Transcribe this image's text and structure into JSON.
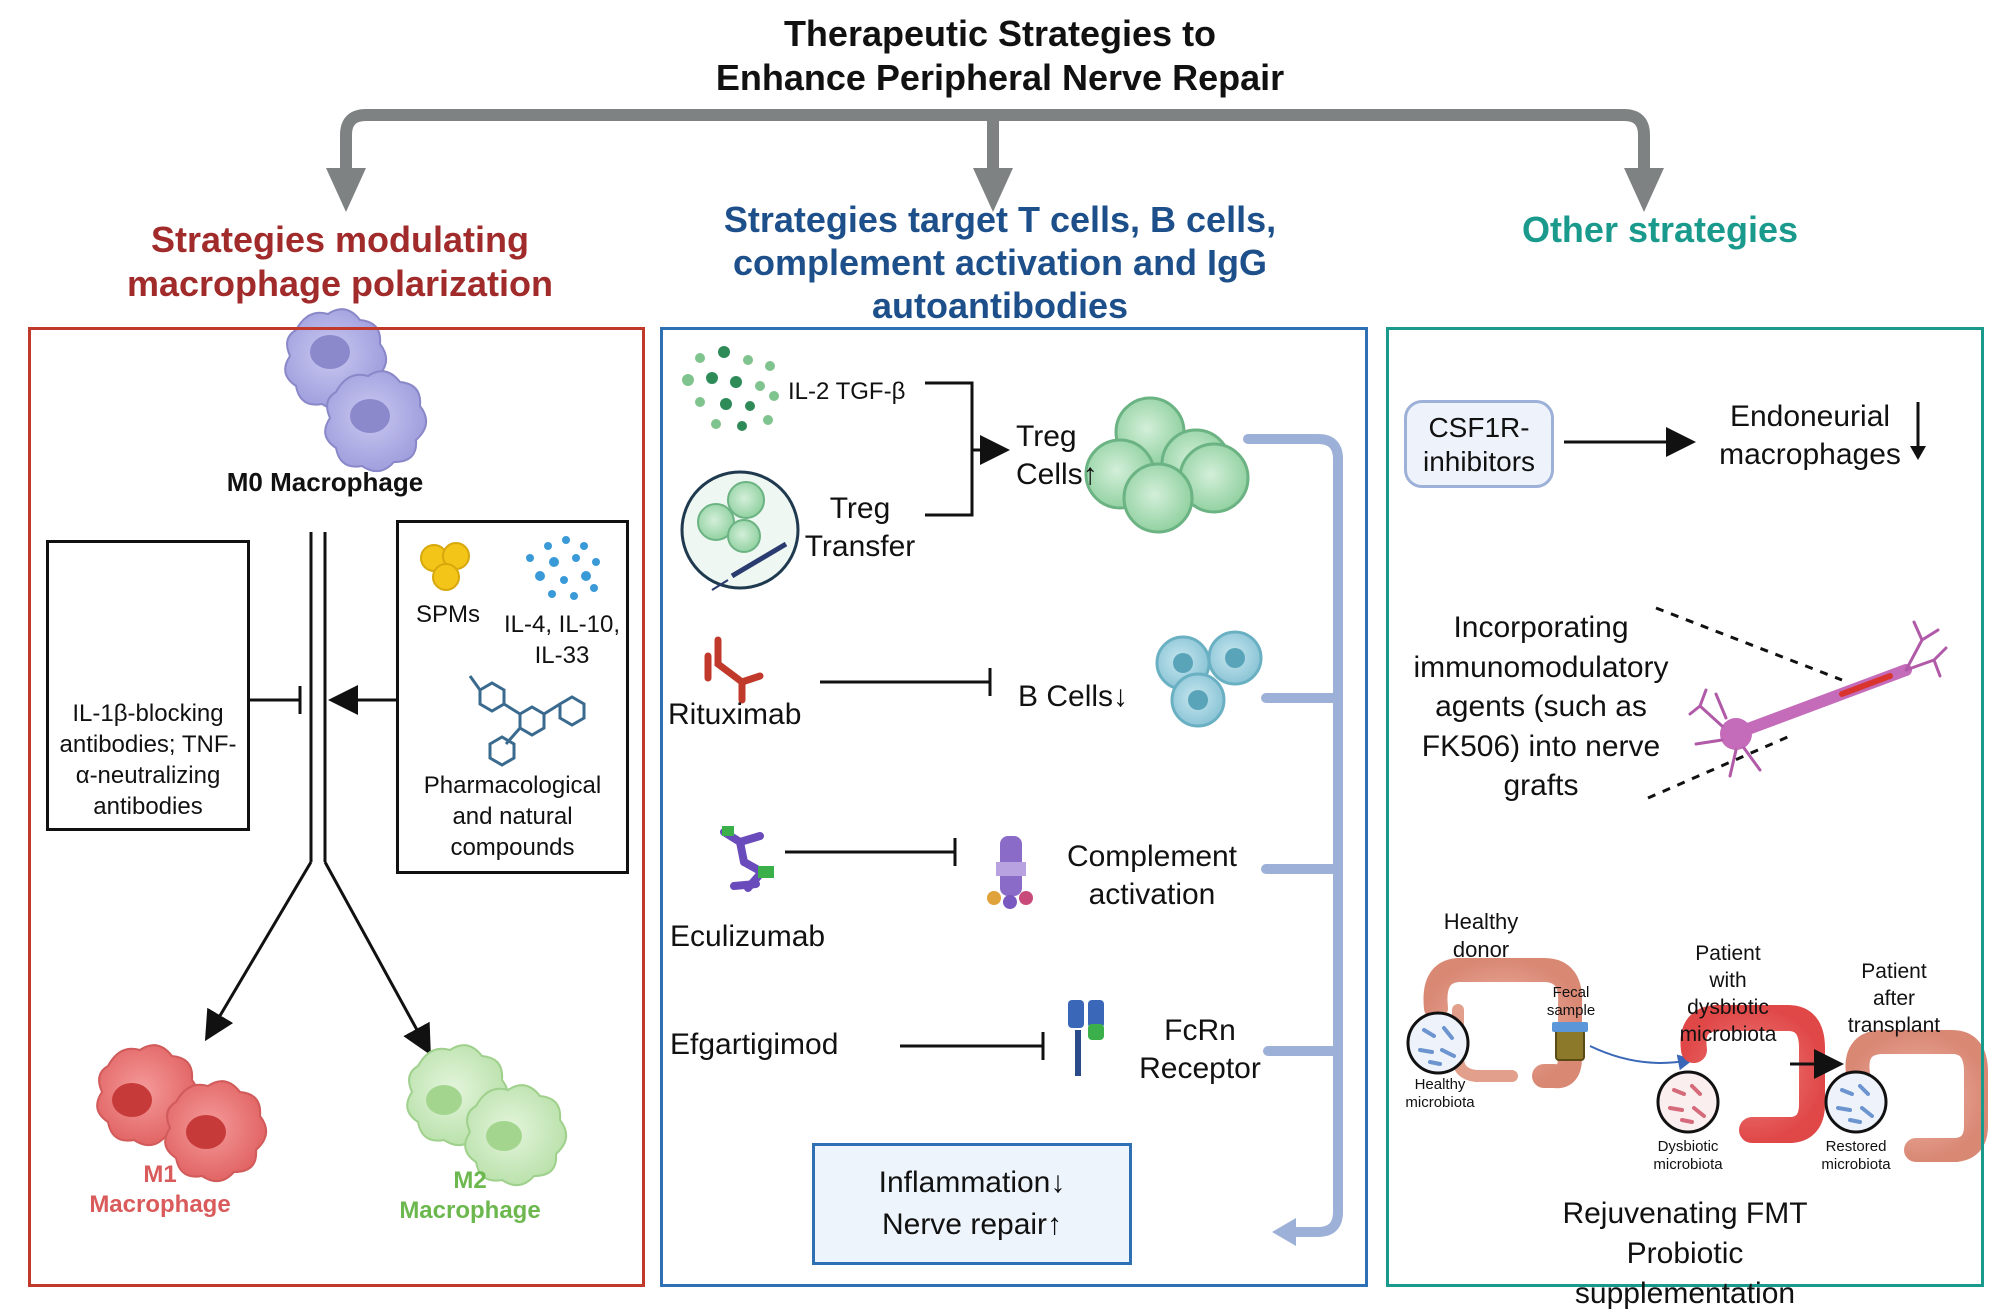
{
  "title": {
    "line1": "Therapeutic Strategies to",
    "line2": "Enhance Peripheral Nerve Repair"
  },
  "headers": {
    "left": [
      "Strategies modulating",
      "macrophage polarization"
    ],
    "middle": [
      "Strategies target T cells, B cells,",
      "complement activation and IgG",
      "autoantibodies"
    ],
    "right": "Other strategies"
  },
  "left_panel": {
    "m0_label": "M0 Macrophage",
    "antibody_box": [
      "IL-1β-blocking",
      "antibodies; TNF-",
      "α-neutralizing",
      "antibodies"
    ],
    "spms_label": "SPMs",
    "cytokines_label": [
      "IL-4, IL-10,",
      "IL-33"
    ],
    "compounds_label": [
      "Pharmacological",
      "and natural",
      "compounds"
    ],
    "m1_label": [
      "M1",
      "Macrophage"
    ],
    "m2_label": [
      "M2",
      "Macrophage"
    ]
  },
  "middle_panel": {
    "il2_label": "IL-2 TGF-β",
    "treg_transfer": [
      "Treg",
      "Transfer"
    ],
    "treg_cells": [
      "Treg",
      "Cells↑"
    ],
    "rituximab": "Rituximab",
    "b_cells": "B Cells↓",
    "eculizumab": "Eculizumab",
    "complement": [
      "Complement",
      "activation"
    ],
    "efgartigimod": "Efgartigimod",
    "fcrn": [
      "FcRn",
      "Receptor"
    ],
    "outcome": [
      "Inflammation↓",
      "Nerve repair↑"
    ]
  },
  "right_panel": {
    "csf1r": [
      "CSF1R-",
      "inhibitors"
    ],
    "endoneurial": [
      "Endoneurial",
      "macrophages"
    ],
    "incorporating": [
      "Incorporating",
      "immunomodulatory",
      "agents (such as",
      "FK506) into nerve",
      "grafts"
    ],
    "healthy_donor": [
      "Healthy",
      "donor"
    ],
    "fecal_sample": [
      "Fecal",
      "sample"
    ],
    "healthy_microbiota": [
      "Healthy",
      "microbiota"
    ],
    "patient_dysbiotic": [
      "Patient",
      "with",
      "dysbiotic",
      "microbiota"
    ],
    "dysbiotic_microbiota": [
      "Dysbiotic",
      "microbiota"
    ],
    "patient_after": [
      "Patient",
      "after",
      "transplant"
    ],
    "restored_microbiota": [
      "Restored",
      "microbiota"
    ],
    "fmt": [
      "Rejuvenating FMT",
      "Probiotic",
      "supplementation"
    ]
  },
  "colors": {
    "red": "#c0392b",
    "blue": "#2f6fb3",
    "teal": "#1a9a8c",
    "gray_arrow": "#7f8283",
    "bracket": "#9db0d8"
  }
}
